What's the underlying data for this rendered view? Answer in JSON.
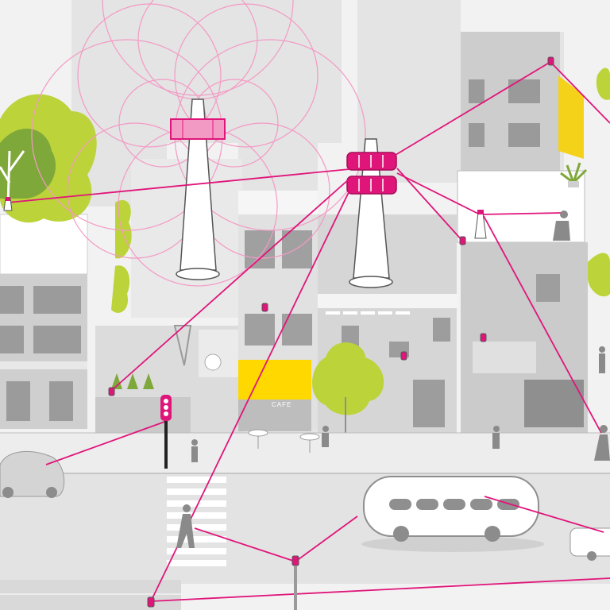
{
  "palette": {
    "accent": "#e0157a",
    "accent_light": "#f39ac4",
    "building": "#cfcfcf",
    "building_dark": "#a9a9a9",
    "building_light": "#e3e3e3",
    "window": "#8f8f8f",
    "road": "#e6e6e6",
    "tree_green": "#bcd33a",
    "tree_dark": "#7fa83a",
    "awning": "#ffd800",
    "sign_yellow": "#f4d21a"
  },
  "signage": {
    "cafe": "CAFE"
  },
  "scene": {
    "towers": [
      {
        "name": "cell-tower-left",
        "icon": "antenna-tower-icon",
        "state": "broadcasting"
      },
      {
        "name": "cell-tower-center",
        "icon": "antenna-tower-icon",
        "state": "small-cell hub"
      }
    ],
    "nodes": [
      {
        "name": "node-tree-left",
        "icon": "small-cell-icon"
      },
      {
        "name": "node-rooftop",
        "icon": "small-cell-icon"
      },
      {
        "name": "node-top-right",
        "icon": "small-cell-icon"
      },
      {
        "name": "node-wall",
        "icon": "small-cell-icon"
      },
      {
        "name": "node-street-1",
        "icon": "small-cell-icon"
      },
      {
        "name": "node-street-2",
        "icon": "small-cell-icon"
      },
      {
        "name": "node-bottom-left",
        "icon": "small-cell-icon"
      },
      {
        "name": "node-building",
        "icon": "small-cell-icon"
      }
    ],
    "devices": [
      "car",
      "bus",
      "van",
      "pedestrian",
      "runner",
      "phone-user",
      "traffic-light"
    ]
  }
}
